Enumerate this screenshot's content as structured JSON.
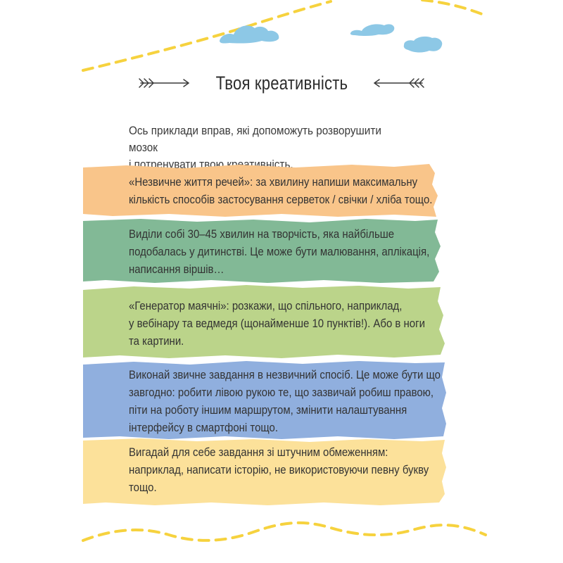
{
  "title": "Твоя креативність",
  "intro": [
    "Ось приклади вправ, які допоможуть розворушити мозок",
    "і потренувати твою креативність."
  ],
  "colors": {
    "orange": "#F9C58A",
    "green": "#82B996",
    "lime": "#BBD48A",
    "blue": "#90AFDE",
    "yellow": "#FCE19A",
    "cloud": "#8DC8E6",
    "dash": "#F6D23E"
  },
  "exercises": [
    {
      "lines": [
        "«Незвичне життя речей»: за хвилину напиши максимальну",
        "кількість способів застосування серветок / свічки / хліба тощо."
      ]
    },
    {
      "lines": [
        "Виділи собі 30–45 хвилин на творчість, яка найбільше",
        "подобалась у дитинстві. Це може бути малювання, аплікація,",
        "написання віршів…"
      ]
    },
    {
      "lines": [
        "«Генератор маячні»: розкажи, що спільного, наприклад,",
        "у вебінару та ведмедя (щонайменше 10 пунктів!). Або в ноги",
        "та картини."
      ]
    },
    {
      "lines": [
        "Виконай звичне завдання в незвичний спосіб. Це може бути що",
        "завгодно: робити лівою рукою те, що зазвичай робиш правою,",
        "піти на роботу іншим маршрутом, змінити налаштування",
        "інтерфейсу в смартфоні тощо."
      ]
    },
    {
      "lines": [
        "Вигадай для себе завдання зі штучним обмеженням:",
        "наприклад, написати історію, не використовуючи певну букву",
        "тощо."
      ]
    }
  ]
}
